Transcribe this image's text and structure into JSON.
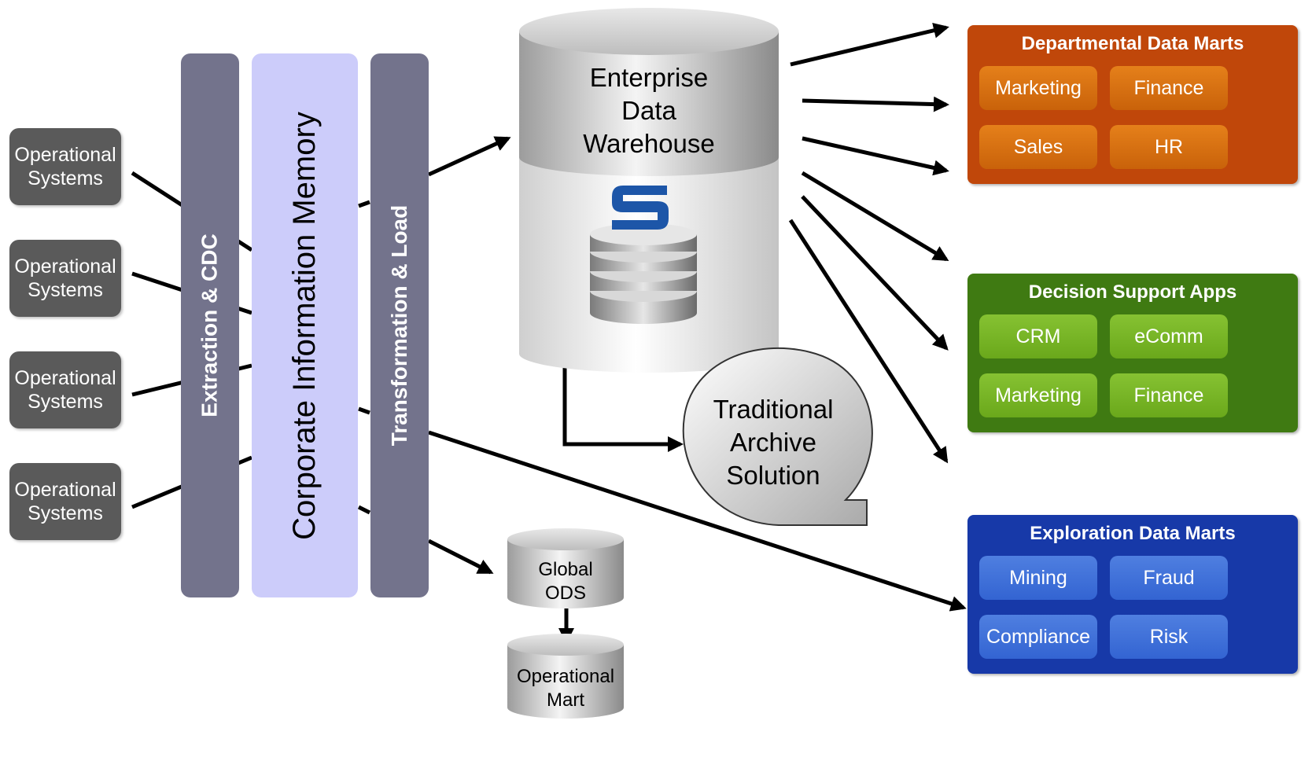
{
  "operational_systems": [
    {
      "label": "Operational\nSystems"
    },
    {
      "label": "Operational\nSystems"
    },
    {
      "label": "Operational\nSystems"
    },
    {
      "label": "Operational\nSystems"
    }
  ],
  "bars": {
    "extraction": "Extraction & CDC",
    "memory": "Corporate Information Memory",
    "transformation": "Transformation & Load"
  },
  "warehouse": {
    "label": "Enterprise\nData\nWarehouse"
  },
  "archive": {
    "label": "Traditional\nArchive\nSolution"
  },
  "global_ods": {
    "label": "Global\nODS"
  },
  "operational_mart": {
    "label": "Operational\nMart"
  },
  "departmental": {
    "title": "Departmental Data Marts",
    "color": "#c0470a",
    "items": [
      "Marketing",
      "Finance",
      "Sales",
      "HR"
    ]
  },
  "decision": {
    "title": "Decision Support Apps",
    "color": "#3f7a12",
    "items": [
      "CRM",
      "eComm",
      "Marketing",
      "Finance"
    ]
  },
  "exploration": {
    "title": "Exploration Data Marts",
    "color": "#1739a8",
    "items": [
      "Mining",
      "Fraud",
      "Compliance",
      "Risk"
    ]
  },
  "colors": {
    "operational_box": "#5a5a5a",
    "dark_bar": "#73738c",
    "light_bar": "#ccccfa"
  }
}
